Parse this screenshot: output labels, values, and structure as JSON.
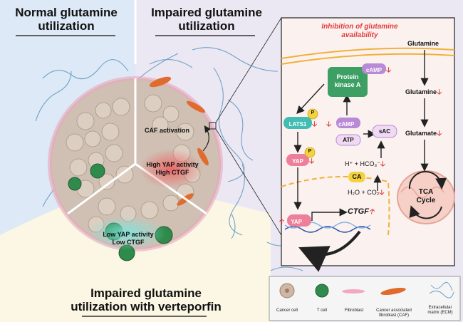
{
  "panels": {
    "normal": {
      "title_line1": "Normal glutamine",
      "title_line2": "utilization"
    },
    "impaired": {
      "title_line1": "Impaired glutamine",
      "title_line2": "utilization"
    },
    "verteporfin": {
      "title_line1": "Impaired glutamine",
      "title_line2": "utilization with verteporfin"
    }
  },
  "tumor_labels": {
    "caf_activation": "CAF activation",
    "high_yap_1": "High YAP activity",
    "high_yap_2": "High CTGF",
    "low_yap_1": "Low YAP activity",
    "low_yap_2": "Low CTGF"
  },
  "pathway": {
    "inhibition_line1": "Inhibition of glutamine",
    "inhibition_line2": "availability",
    "glutamine_top": "Glutamine",
    "glutamine_mid": "Glutamine",
    "glutamate": "Glutamate",
    "tca_line1": "TCA",
    "tca_line2": "Cycle",
    "pka_line1": "Protein",
    "pka_line2": "kinase A",
    "camp_top": "cAMP",
    "camp_mid": "cAMP",
    "atp": "ATP",
    "sac": "sAC",
    "lats1": "LATS1",
    "yap_mid": "YAP",
    "yap_nuc": "YAP",
    "p": "P",
    "ctgf": "CTGF",
    "ca": "CA",
    "hco3": "H⁺ + HCO₃⁻",
    "h2o": "H₂O + CO₂"
  },
  "legend": {
    "cancer_cell": "Cancer cell",
    "t_cell": "T cell",
    "fibroblast": "Fibroblast",
    "caf_line1": "Cancer associated",
    "caf_line2": "fibroblast (CAF)",
    "ecm_line1": "Extracellular",
    "ecm_line2": "matrix (ECM)"
  },
  "colors": {
    "normal_bg": "#dde9f6",
    "impaired_bg": "#ece8f3",
    "verteporfin_bg": "#fbf7e4",
    "accent_red": "#e23a3a",
    "pka_green": "#3d9f63",
    "camp_purple": "#b98ad6",
    "lats_teal": "#41bdb4",
    "yap_pink": "#ee7f9b",
    "p_yellow": "#f4d23f",
    "membrane_orange": "#f2b03a"
  }
}
